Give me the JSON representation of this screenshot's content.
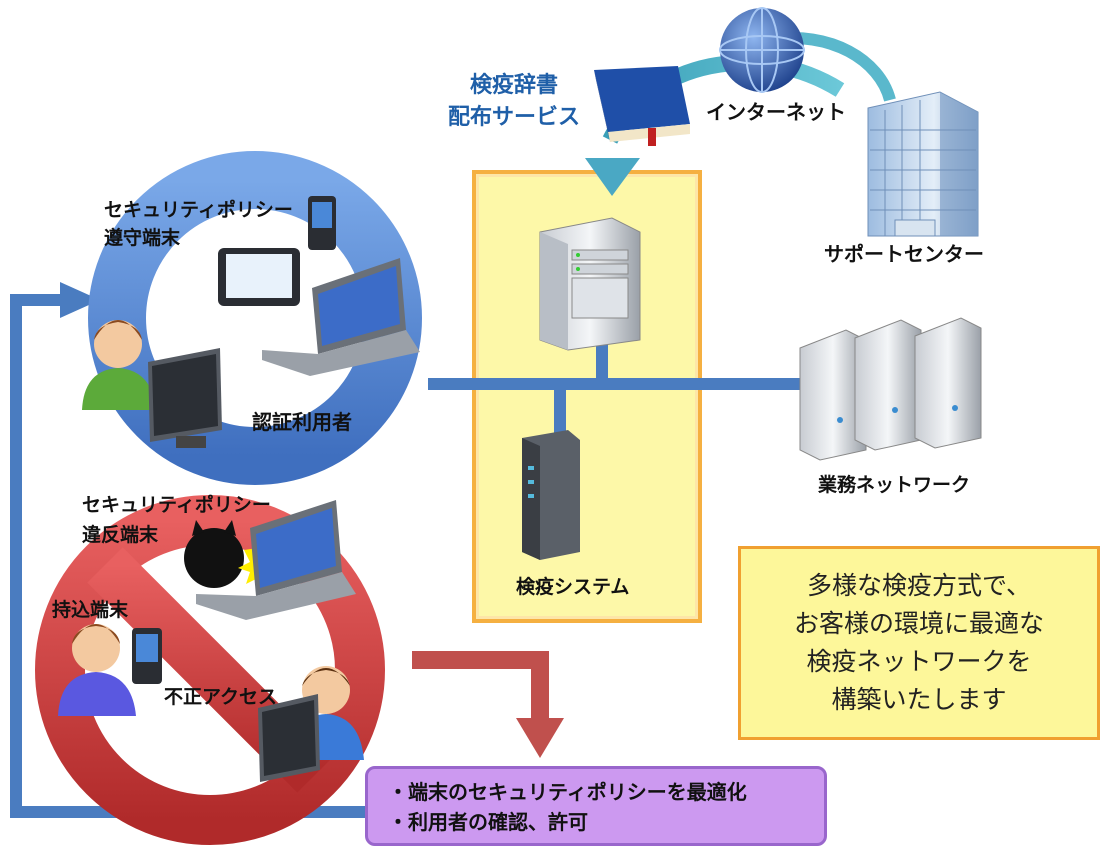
{
  "labels": {
    "quarantine_dictionary": [
      "検疫辞書",
      "配布サービス"
    ],
    "internet": "インターネット",
    "support_center": "サポートセンター",
    "compliant_terminal": [
      "セキュリティポリシー",
      "遵守端末"
    ],
    "authenticated_user": "認証利用者",
    "violating_terminal": [
      "セキュリティポリシー",
      "違反端末"
    ],
    "carried_in_terminal": "持込端末",
    "unauthorized_access": "不正アクセス",
    "quarantine_system": "検疫システム",
    "business_network": "業務ネットワーク"
  },
  "message": [
    "多様な検疫方式で、",
    "お客様の環境に最適な",
    "検疫ネットワークを",
    "構築いたします"
  ],
  "results": [
    "・端末のセキュリティポリシーを最適化",
    "・利用者の確認、許可"
  ],
  "colors": {
    "ring_blue": "#5b8ed6",
    "ban_red": "#d33b3b",
    "arrow_red": "#c0504d",
    "network_line": "#4a7cc0",
    "system_box_fill": "#fdf8a8",
    "system_box_border": "#f5b041",
    "result_box": "#cc99f0"
  },
  "icons": [
    "globe-icon",
    "book-icon",
    "building-icon",
    "server-icon",
    "router-icon",
    "business-servers-icon",
    "user-icon",
    "monitor-icon",
    "laptop-icon",
    "tablet-icon",
    "smartphone-icon",
    "hacker-icon",
    "warning-burst-icon"
  ]
}
